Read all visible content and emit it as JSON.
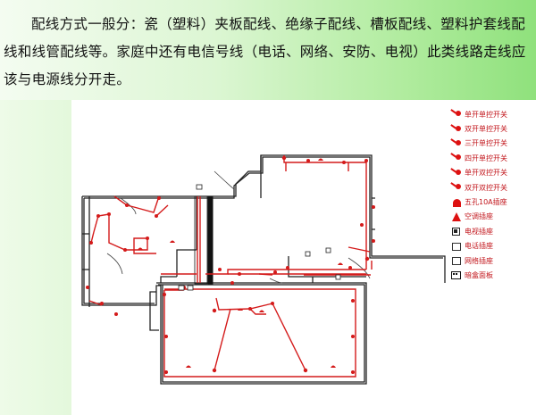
{
  "intro": {
    "text": "配线方式一般分：瓷（塑料）夹板配线、绝缘子配线、槽板配线、塑料护套线配线和线管配线等。家庭中还有电信号线（电话、网络、安防、电视）此类线路走线应该与电源线分开走。"
  },
  "diagram": {
    "legend": [
      {
        "icon": "single-gang-switch-icon",
        "label": "单开单控开关"
      },
      {
        "icon": "double-gang-switch-icon",
        "label": "双开单控开关"
      },
      {
        "icon": "triple-gang-switch-icon",
        "label": "三开单控开关"
      },
      {
        "icon": "quad-gang-switch-icon",
        "label": "四开单控开关"
      },
      {
        "icon": "single-two-way-switch-icon",
        "label": "单开双控开关"
      },
      {
        "icon": "double-two-way-switch-icon",
        "label": "双开双控开关"
      },
      {
        "icon": "five-hole-socket-icon",
        "label": "五孔10A插座"
      },
      {
        "icon": "ac-socket-icon",
        "label": "空调插座"
      },
      {
        "icon": "tv-socket-icon",
        "label": "电视插座"
      },
      {
        "icon": "phone-socket-icon",
        "label": "电话插座"
      },
      {
        "icon": "network-socket-icon",
        "label": "网络插座"
      },
      {
        "icon": "blank-panel-icon",
        "label": "暗盒面板"
      }
    ],
    "colors": {
      "wall": "#222222",
      "wiring": "#d41a1a",
      "legend_text": "#c2151b"
    }
  }
}
